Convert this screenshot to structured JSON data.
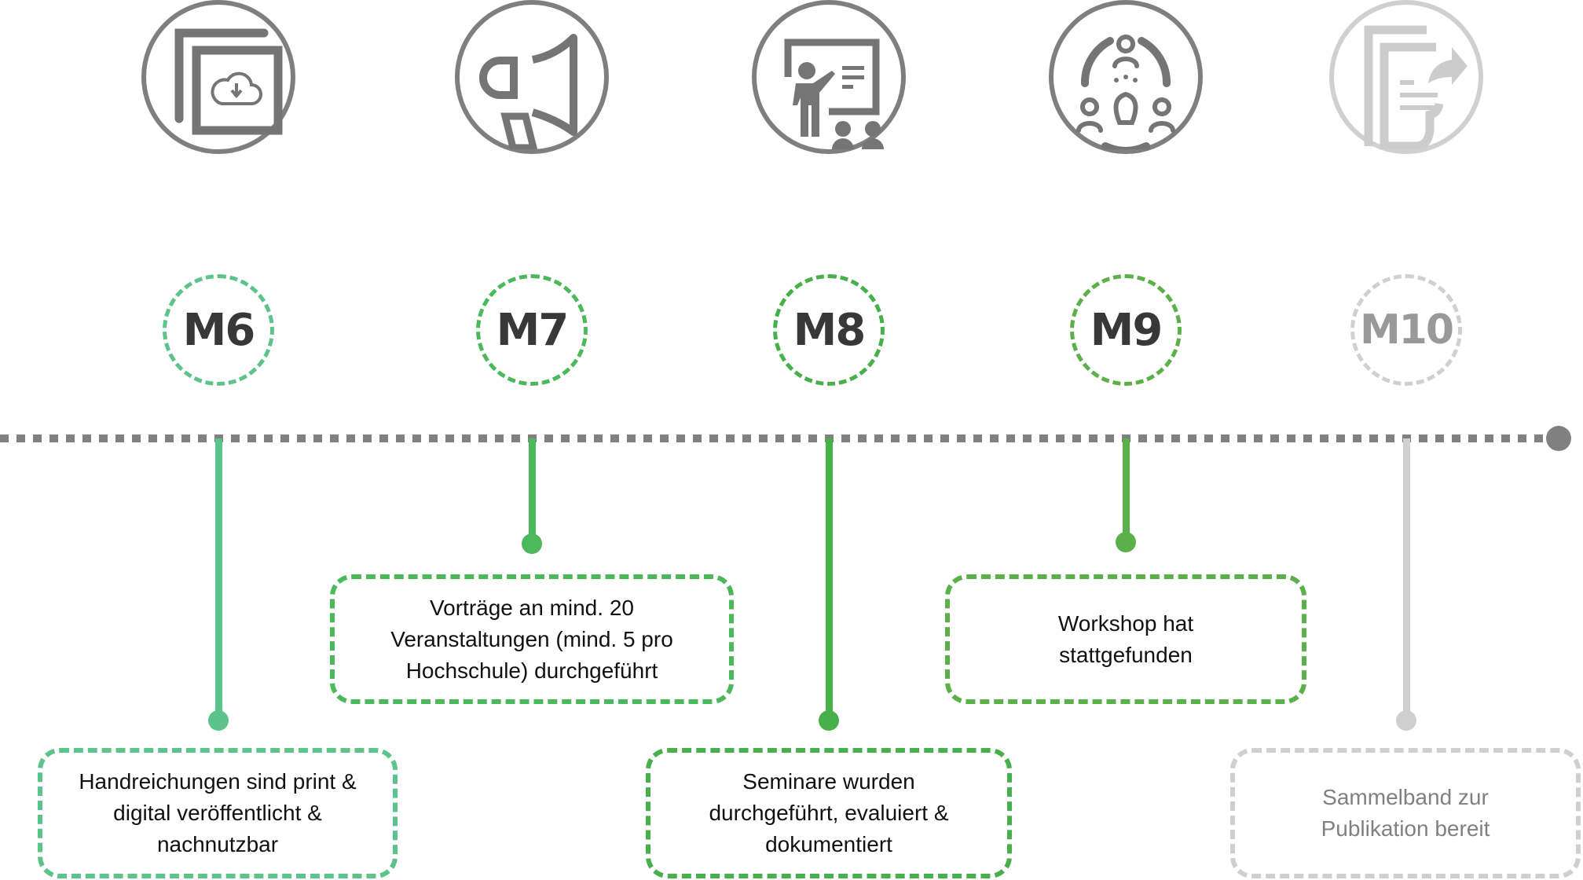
{
  "colors": {
    "timeline": "#808080",
    "icon_active": "#7f7f7f",
    "icon_inactive": "#cccccc",
    "label_text": "#383838",
    "label_text_inactive": "#999999",
    "inactive": "#cfcfcf"
  },
  "milestones": [
    {
      "id": "M6",
      "label": "M6",
      "icon": "cloud-download-document-icon",
      "color": "#5cc48a",
      "status": "active",
      "text": "Handreichungen sind print &\ndigital veröffentlicht &\nnachnutzbar"
    },
    {
      "id": "M7",
      "label": "M7",
      "icon": "megaphone-icon",
      "color": "#4cb85c",
      "status": "active",
      "text": "Vorträge an mind. 20\nVeranstaltungen (mind. 5 pro\nHochschule) durchgeführt"
    },
    {
      "id": "M8",
      "label": "M8",
      "icon": "presentation-teacher-icon",
      "color": "#48b04a",
      "status": "active",
      "text": "Seminare wurden\ndurchgeführt, evaluiert &\ndokumentiert"
    },
    {
      "id": "M9",
      "label": "M9",
      "icon": "workshop-collaboration-icon",
      "color": "#5bb04a",
      "status": "active",
      "text": "Workshop hat\nstattgefunden"
    },
    {
      "id": "M10",
      "label": "M10",
      "icon": "document-publish-icon",
      "color": "#cfcfcf",
      "status": "inactive",
      "text": "Sammelband zur\nPublikation bereit"
    }
  ]
}
